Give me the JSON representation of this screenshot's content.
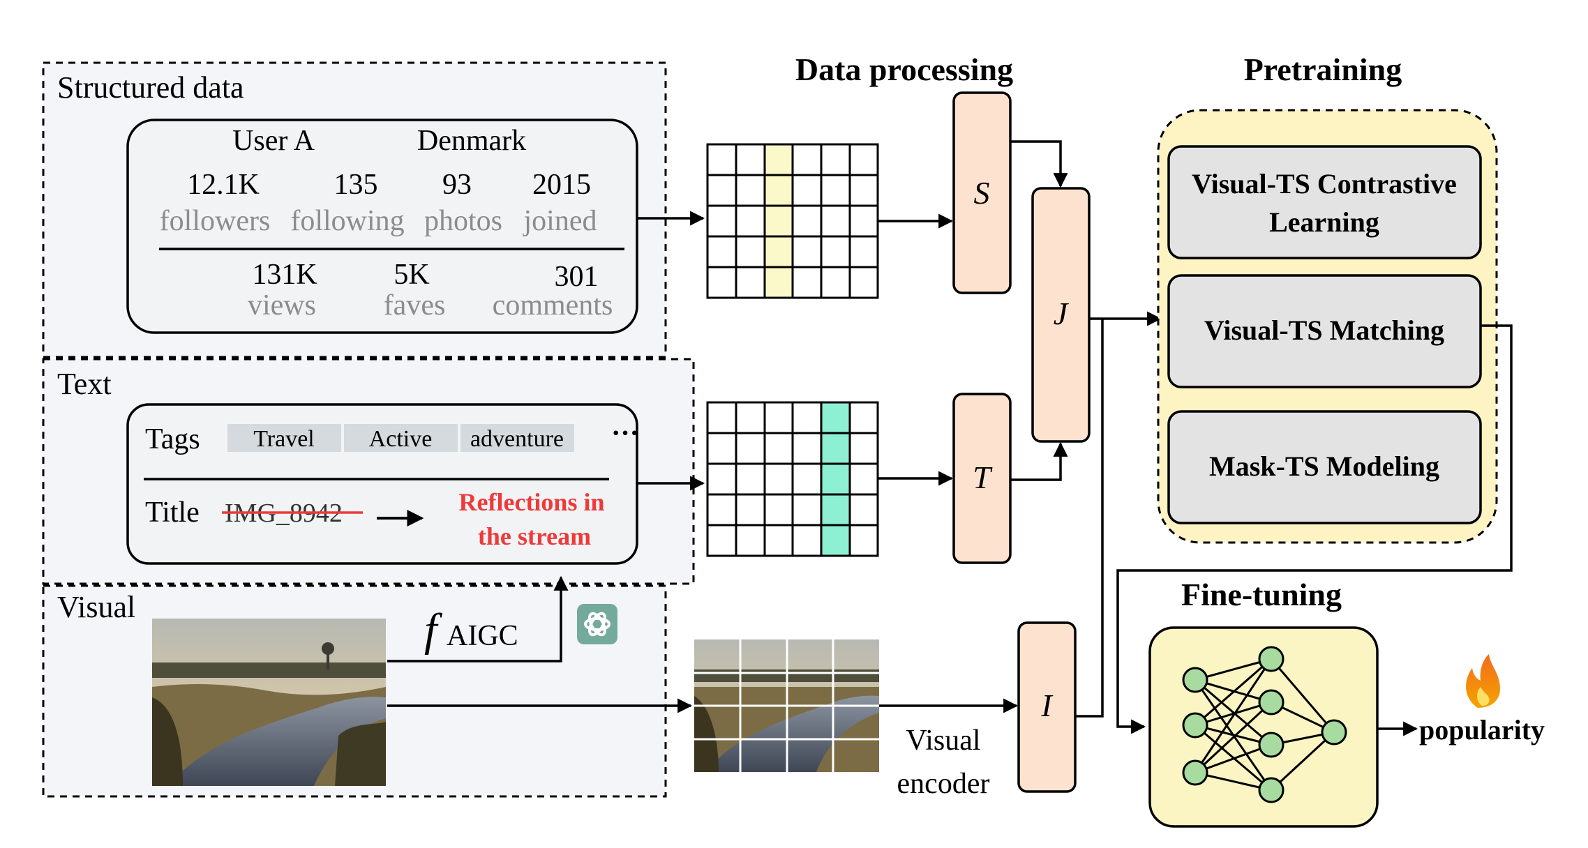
{
  "sections": {
    "structured": "Structured data",
    "text": "Text",
    "visual": "Visual"
  },
  "structured_card": {
    "user": "User A",
    "country": "Denmark",
    "stats_top": [
      {
        "value": "12.1K",
        "label": "followers"
      },
      {
        "value": "135",
        "label": "following"
      },
      {
        "value": "93",
        "label": "photos"
      },
      {
        "value": "2015",
        "label": "joined"
      }
    ],
    "stats_bottom": [
      {
        "value": "131K",
        "label": "views"
      },
      {
        "value": "5K",
        "label": "faves"
      },
      {
        "value": "301",
        "label": "comments"
      }
    ]
  },
  "text_card": {
    "tags_label": "Tags",
    "tags": [
      "Travel",
      "Active",
      "adventure"
    ],
    "more": "···",
    "title_label": "Title",
    "old_title": "IMG_8942",
    "new_title_line1": "Reflections in",
    "new_title_line2": "the stream"
  },
  "aigc": {
    "symbol": "f",
    "subscript": "AIGC",
    "icon": "openai-logo-icon"
  },
  "headers": {
    "data_processing": "Data processing",
    "pretraining": "Pretraining",
    "finetuning": "Fine-tuning"
  },
  "encoders": {
    "s": "S",
    "t": "T",
    "j": "J",
    "i": "I"
  },
  "visual_encoder": {
    "line1": "Visual",
    "line2": "encoder"
  },
  "pretraining_tasks": [
    {
      "line1": "Visual-TS Contrastive",
      "line2": "Learning"
    },
    {
      "line1": "Visual-TS Matching",
      "line2": ""
    },
    {
      "line1": "Mask-TS Modeling",
      "line2": ""
    }
  ],
  "output": {
    "label": "popularity",
    "icon": "flame-icon"
  },
  "colors": {
    "section_bg": "#f3f5f8",
    "card_bg": "#f2f3f5",
    "tag_bg": "#d5dadf",
    "encoder_fill": "#fde3cf",
    "pretraining_bg": "#fdf3c3",
    "task_fill": "#e3e3e3",
    "finetune_bg": "#fbf4c3",
    "node_fill": "#a8dba0",
    "grid_yellow": "#fbf8c9",
    "grid_teal": "#8ef0d2",
    "new_title": "#ee3a3a",
    "old_title_strike": "#ee3a3a",
    "openai_badge": "#74aa9c",
    "flame": "#f5a623"
  }
}
